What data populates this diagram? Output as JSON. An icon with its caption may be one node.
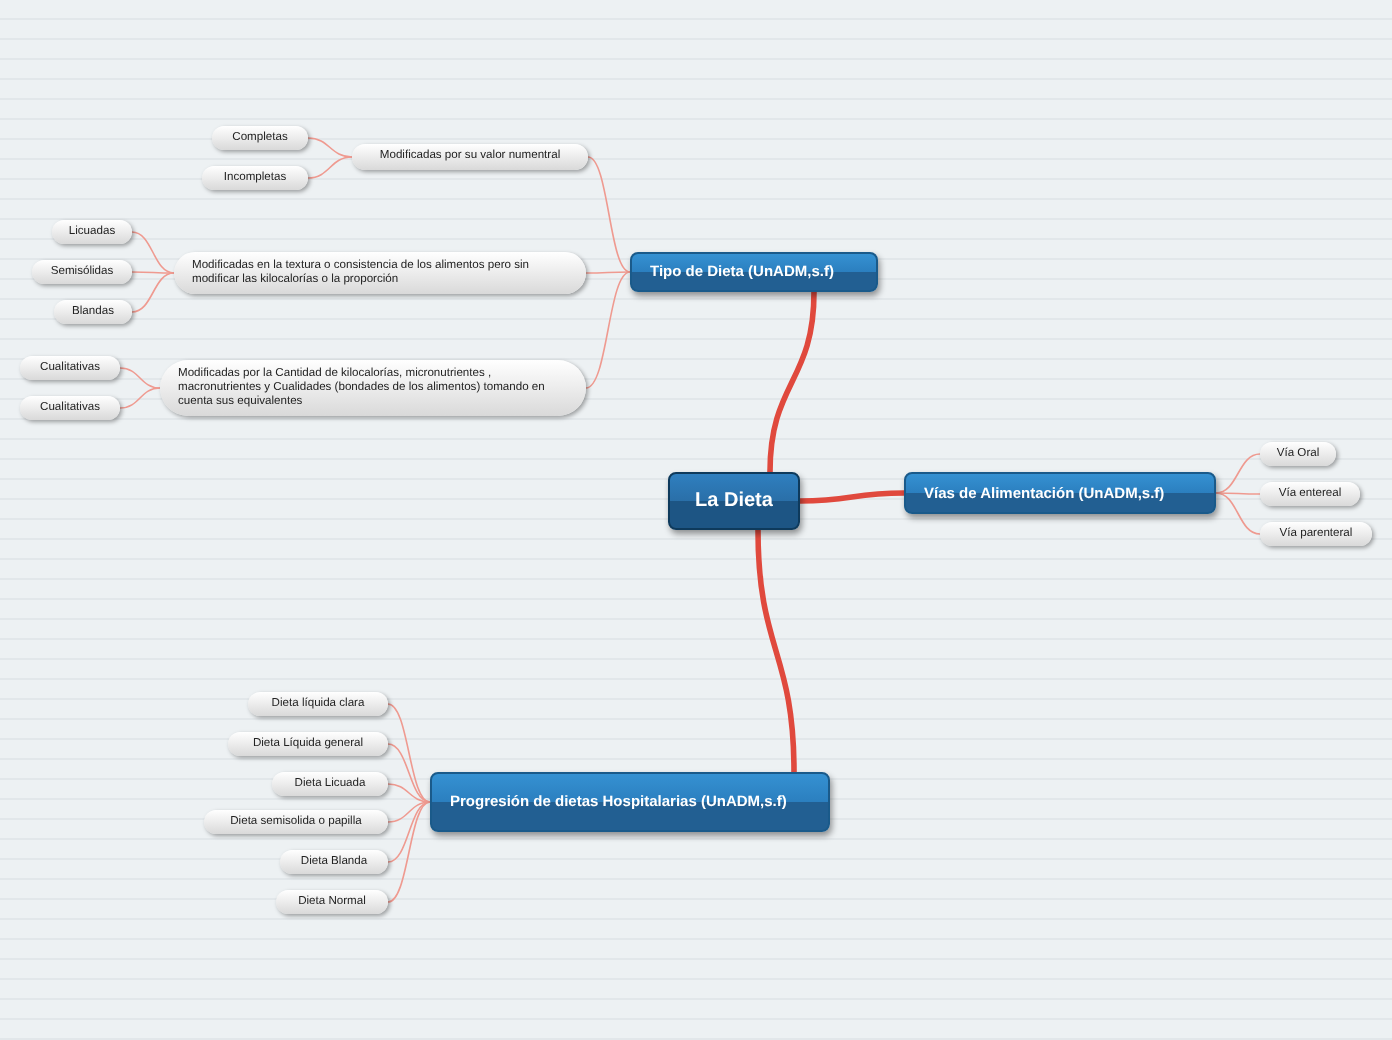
{
  "diagram": {
    "nodes": [
      {
        "text": [
          "La Dieta"
        ]
      },
      {
        "text": [
          "Tipo de Dieta (UnADM,s.f)"
        ]
      },
      {
        "text": [
          "Modificadas por su valor numentral"
        ]
      },
      {
        "text": [
          "Completas"
        ]
      },
      {
        "text": [
          "Incompletas"
        ]
      },
      {
        "text": [
          "Modificadas en la textura o consistencia de los alimentos  pero sin modificar  las kilocalorías o  la proporción"
        ]
      },
      {
        "text": [
          "Licuadas"
        ]
      },
      {
        "text": [
          "Semisólidas"
        ]
      },
      {
        "text": [
          "Blandas"
        ]
      },
      {
        "text": [
          "Modificadas  por la  Cantidad de kilocalorías, micronutrientes , macronutrientes y Cualidades (bondades de los alimentos) tomando en cuenta sus equivalentes"
        ]
      },
      {
        "text": [
          "Cualitativas"
        ]
      },
      {
        "text": [
          "Cualitativas"
        ]
      },
      {
        "text": [
          "Vías de Alimentación (UnADM,s.f)"
        ]
      },
      {
        "text": [
          "Vía Oral"
        ]
      },
      {
        "text": [
          "Vía entereal"
        ]
      },
      {
        "text": [
          "Vía parenteral"
        ]
      },
      {
        "text": [
          "Progresión de dietas Hospitalarias (UnADM,s.f)"
        ]
      },
      {
        "text": [
          "Dieta líquida clara"
        ]
      },
      {
        "text": [
          "Dieta Líquida general"
        ]
      },
      {
        "text": [
          "Dieta Licuada"
        ]
      },
      {
        "text": [
          "Dieta semisolida o papilla"
        ]
      },
      {
        "text": [
          "Dieta Blanda"
        ]
      },
      {
        "text": [
          "Dieta Normal"
        ]
      }
    ],
    "edges": [
      {
        "from": 0,
        "to": 1,
        "arrow": "none",
        "style": "thick",
        "color": "#e0493d"
      },
      {
        "from": 1,
        "to": 2,
        "arrow": "none"
      },
      {
        "from": 2,
        "to": 3,
        "arrow": "none"
      },
      {
        "from": 2,
        "to": 4,
        "arrow": "none"
      },
      {
        "from": 1,
        "to": 5,
        "arrow": "none"
      },
      {
        "from": 5,
        "to": 6,
        "arrow": "none"
      },
      {
        "from": 5,
        "to": 7,
        "arrow": "none"
      },
      {
        "from": 5,
        "to": 8,
        "arrow": "none"
      },
      {
        "from": 1,
        "to": 9,
        "arrow": "none"
      },
      {
        "from": 9,
        "to": 10,
        "arrow": "none"
      },
      {
        "from": 9,
        "to": 11,
        "arrow": "none"
      },
      {
        "from": 0,
        "to": 12,
        "arrow": "none",
        "style": "thick",
        "color": "#e0493d"
      },
      {
        "from": 12,
        "to": 13,
        "arrow": "none"
      },
      {
        "from": 12,
        "to": 14,
        "arrow": "none"
      },
      {
        "from": 12,
        "to": 15,
        "arrow": "none"
      },
      {
        "from": 0,
        "to": 16,
        "arrow": "none",
        "style": "thick",
        "color": "#e0493d"
      },
      {
        "from": 16,
        "to": 17,
        "arrow": "none"
      },
      {
        "from": 16,
        "to": 18,
        "arrow": "none"
      },
      {
        "from": 16,
        "to": 19,
        "arrow": "none"
      },
      {
        "from": 16,
        "to": 20,
        "arrow": "none"
      },
      {
        "from": 16,
        "to": 21,
        "arrow": "none"
      },
      {
        "from": 16,
        "to": 22,
        "arrow": "none"
      }
    ]
  }
}
